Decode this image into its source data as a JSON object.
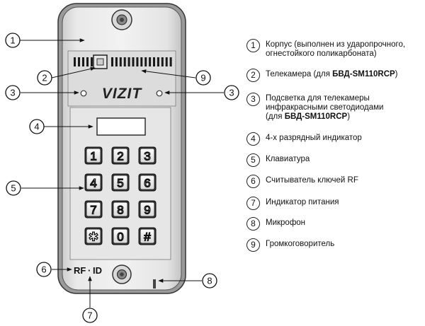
{
  "device": {
    "brand": "VIZIT",
    "card_label": "RF",
    "card_separator": "·",
    "card_id": "ID",
    "keys": [
      "1",
      "2",
      "3",
      "4",
      "5",
      "6",
      "7",
      "8",
      "9",
      "✱",
      "0",
      "#"
    ]
  },
  "callouts": {
    "n1": "1",
    "n2": "2",
    "n3": "3",
    "n4": "4",
    "n5": "5",
    "n6": "6",
    "n7": "7",
    "n8": "8",
    "n9": "9"
  },
  "legend": [
    {
      "num": "1",
      "lines": [
        "Корпус (выполнен из ударопрочного,",
        "огнестойкого поликарбоната)"
      ]
    },
    {
      "num": "2",
      "text": "Телекамера (для ",
      "bold": "БВД-SM110RCP",
      "after": ")"
    },
    {
      "num": "3",
      "lines": [
        "Подсветка для телекамеры",
        "инфракрасными светодиодами"
      ],
      "lastpre": "(для ",
      "bold": "БВД-SM110RCP",
      "after": ")"
    },
    {
      "num": "4",
      "text": "4-х разрядный индикатор"
    },
    {
      "num": "5",
      "text": "Клавиатура"
    },
    {
      "num": "6",
      "text": "Считыватель ключей RF"
    },
    {
      "num": "7",
      "text": "Индикатор питания"
    },
    {
      "num": "8",
      "text": "Микрофон"
    },
    {
      "num": "9",
      "text": "Громкоговоритель"
    }
  ]
}
